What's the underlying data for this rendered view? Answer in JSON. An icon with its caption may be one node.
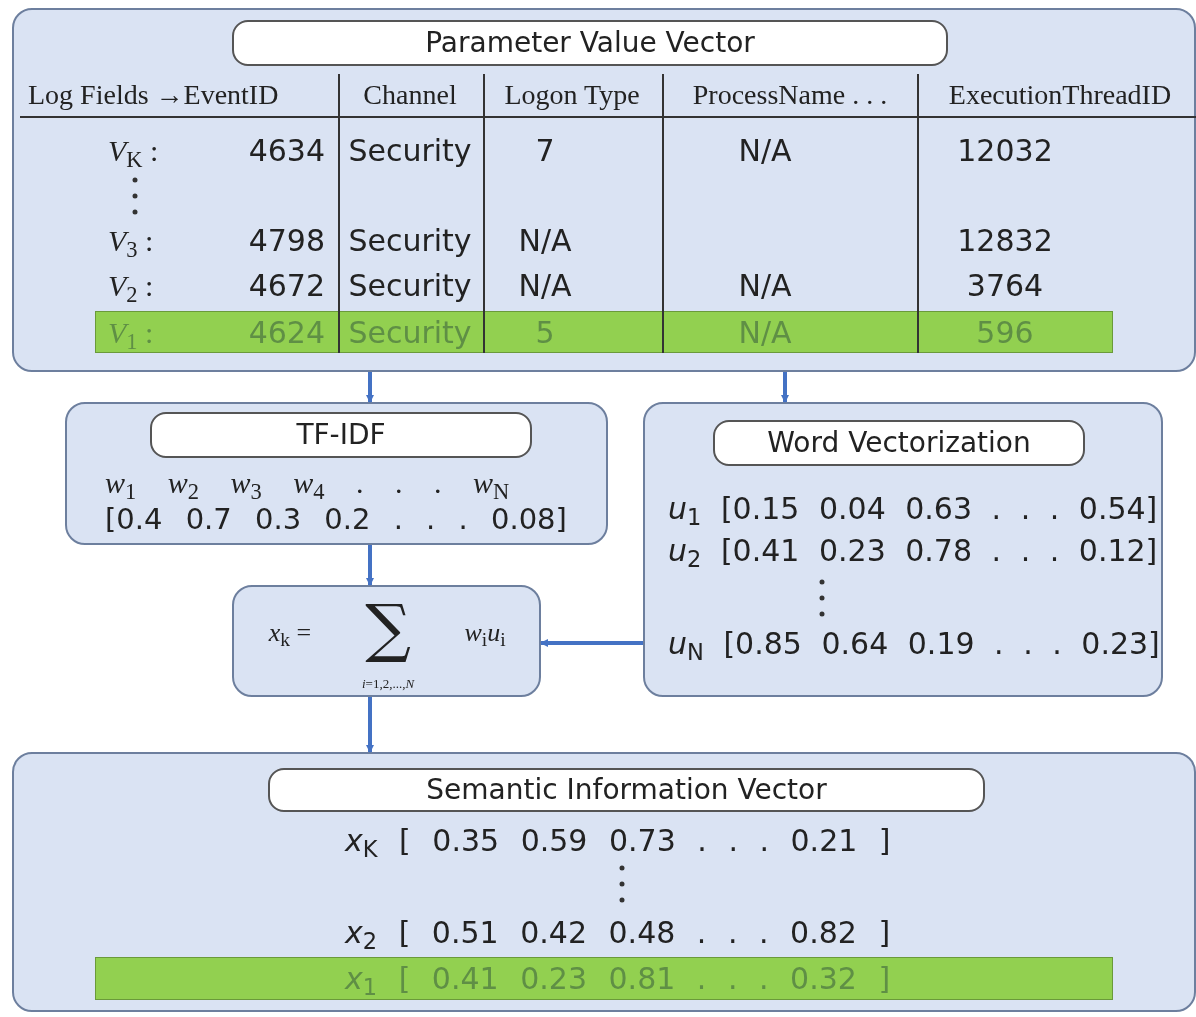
{
  "diagram": {
    "nodes": [
      {
        "text": [
          "Parameter Value Vector"
        ]
      },
      {
        "text": [
          "TF-IDF",
          "*w*$_{1}$ *w*$_{2}$ *w*$_{3}$ *w*$_{4}$ . . . *w*$_{N}$",
          "[0.4 0.7 0.3 0.2 . . . 0.08]"
        ]
      },
      {
        "text": [
          "Word Vectorization",
          "*u*$_{1}$ [0.15 0.04 0.63 . . . 0.54]",
          "*u*$_{2}$ [0.41 0.23 0.78 . . . 0.12]",
          "*u*$_{N}$ [0.85 0.64 0.19 . . . 0.23]"
        ]
      },
      {
        "text": [
          "*x*$_{k}$ =",
          "∑",
          "*w*$_{i}$*u*$_{i}$",
          "*i*=1,2,...,*N*"
        ]
      },
      {
        "text": [
          "Semantic Information Vector",
          "*x*$_{K}$ [ 0.35 0.59 0.73 . . . 0.21 ]",
          "*x*$_{2}$ [ 0.51 0.42 0.48 . . . 0.82 ]",
          "*x*$_{1}$ [ 0.41 0.23 0.81 . . . 0.32 ]"
        ]
      }
    ],
    "edges": [
      {
        "from": 0,
        "to": 1,
        "arrow": "to"
      },
      {
        "from": 0,
        "to": 2,
        "arrow": "to"
      },
      {
        "from": 1,
        "to": 3,
        "arrow": "to"
      },
      {
        "from": 2,
        "to": 3,
        "arrow": "to"
      },
      {
        "from": 3,
        "to": 4,
        "arrow": "to"
      }
    ],
    "labels": [
      "Log Fields →EventID",
      "Channel",
      "Logon Type",
      "ProcessName . . .",
      "ExecutionThreadID",
      "*V*$_{K}$ :",
      "4634",
      "Security",
      "7",
      "N/A",
      "12032",
      "*V*$_{3}$ :",
      "4798",
      "Security",
      "N/A",
      "12832",
      "*V*$_{2}$ :",
      "4672",
      "Security",
      "N/A",
      "N/A",
      "3764",
      "*V*$_{1}$ :",
      "4624",
      "Security",
      "5",
      "N/A",
      "596"
    ]
  }
}
